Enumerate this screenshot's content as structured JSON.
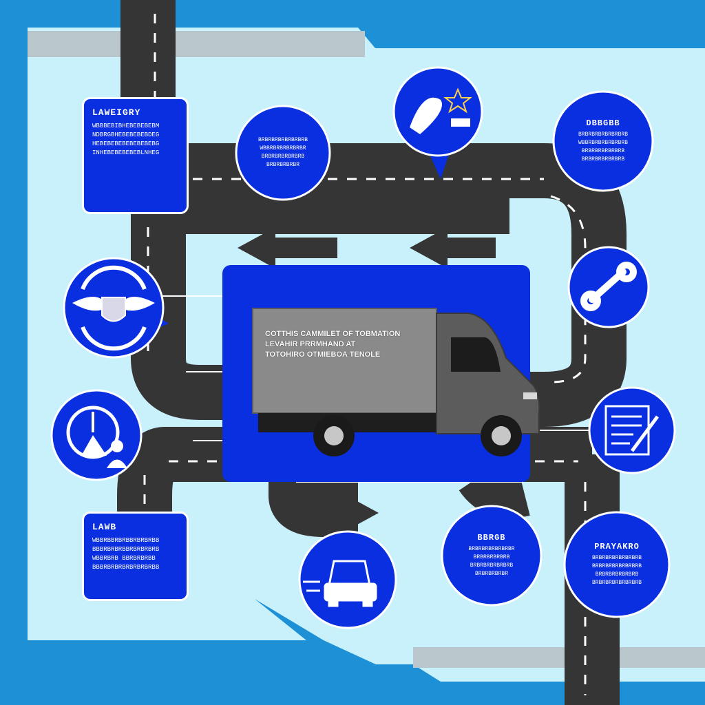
{
  "colors": {
    "outer_blue": "#1e90d6",
    "light_panel": "#c9f1fb",
    "road": "#353535",
    "road_line": "#ffffff",
    "accent_blue": "#0a2fe0",
    "truck_box": "#8a8a8a",
    "truck_cab": "#5c5c5c"
  },
  "cards": {
    "top_left": {
      "title": "LAWEIGRY",
      "text": "WBBBEBIBHEBEBEBEBM\nNDBRGBHEBEBEBEBDEG\nHEBEBEBEBEBEBEBEBG\nINHEBEBEBEBEBLNHEG"
    },
    "bottom_left": {
      "title": "LAWB",
      "text": "WBBRBBRBRBBRBRBRBB\nBBBRBRBRBBRBRBRBRB\nWBBRBRB BBRBRBRBB\nBBBRBRBRBRBRBRBRBB"
    }
  },
  "bubbles": {
    "top_mid": {
      "title": "",
      "text": "BRBRBRBRBRBRBRB\nWBBRBRBRBRBRBR\nBRBRBRBRBRBRB\nBRBRBRBRBR"
    },
    "top_right": {
      "title": "DBBGBB",
      "text": "BRBRBRBRBRBRBRB\nWBBRBRBRBRBRBRB\nBRBRBRBRBRBRB\nBRBRBRBRBRBRB"
    },
    "bottom_mid": {
      "title": "BBRGB",
      "text": "BRBRBRBRBRBRBR\nBRBRBRBRBRB\nBRBRBRBRBRBRB\nBRBRBRBRBR"
    },
    "bottom_right": {
      "title": "PRAYAKRO",
      "text": "BRBRBRBRBRBRBRB\nBRBRBRBRBRBRBRB\nBRBRBRBRBRBRB\nBRBRBRBRBRBRBRB"
    }
  },
  "icons": {
    "top_center": "rocket-icon",
    "top_right": "wrench-icon",
    "left_upper": "winged-shield-icon",
    "left_lower": "clock-person-icon",
    "right_lower": "document-pen-icon",
    "bottom_center": "car-icon"
  },
  "truck": {
    "caption": "COTTHIS CAMMILET OF TOBMATION\nLEVAHIR PRRMHAND AT\nTOTOHIRO OTMIEBOA TENOLE"
  }
}
